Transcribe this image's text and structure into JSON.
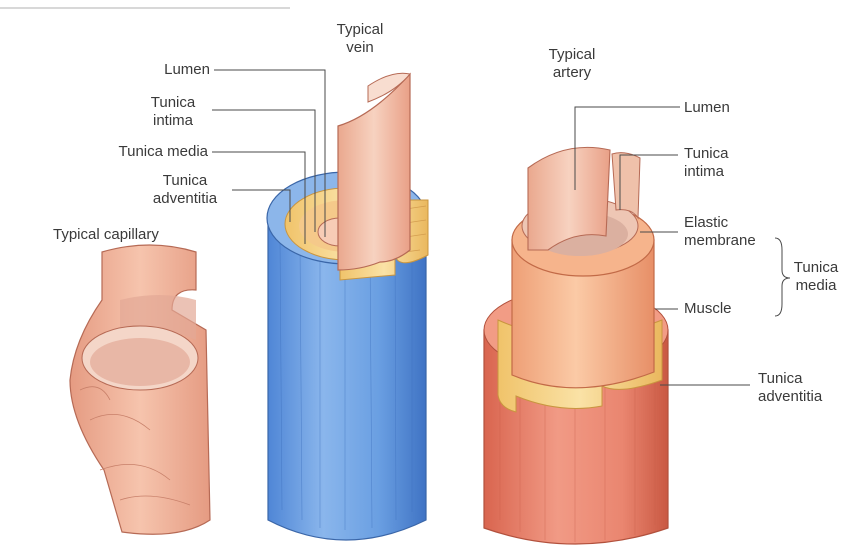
{
  "diagram": {
    "vein": {
      "title": [
        "Typical",
        "vein"
      ],
      "labels": {
        "lumen": "Lumen",
        "intima": [
          "Tunica",
          "intima"
        ],
        "media": "Tunica media",
        "adventitia": [
          "Tunica",
          "adventitia"
        ]
      }
    },
    "capillary": {
      "title": "Typical capillary"
    },
    "artery": {
      "title": [
        "Typical",
        "artery"
      ],
      "labels": {
        "lumen": "Lumen",
        "intima": [
          "Tunica",
          "intima"
        ],
        "elastic_membrane": [
          "Elastic",
          "membrane"
        ],
        "muscle": "Muscle",
        "media_group": [
          "Tunica",
          "media"
        ],
        "adventitia": [
          "Tunica",
          "adventitia"
        ]
      }
    }
  },
  "colors": {
    "vein_outer": "#6f9fdc",
    "artery_outer": "#e8826c",
    "artery_media": "#f4b48a",
    "capillary": "#f0b49c",
    "intima": "#f2c2aa",
    "leader": "#4a4a4a"
  }
}
